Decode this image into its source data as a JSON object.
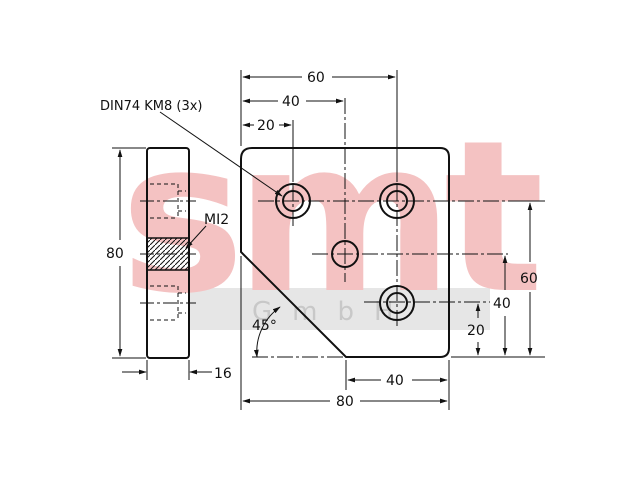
{
  "watermark": {
    "logo_text": "smt",
    "company_text": "GmbH",
    "color": "#f4c2c2",
    "bar_color": "#e6e6e6",
    "subtext_color": "#c8c8c8"
  },
  "colors": {
    "line": "#111111",
    "hole_fill": "#ffffff",
    "background": "#ffffff"
  },
  "side_view": {
    "height_dim": "80",
    "thickness_dim": "16",
    "thread_label": "MI2"
  },
  "front_view": {
    "hole_callout": "DIN74 KM8 (3x)",
    "top_dims": [
      "60",
      "40",
      "20"
    ],
    "right_dims": [
      "60",
      "40",
      "20"
    ],
    "bottom_dims": [
      "40",
      "80"
    ],
    "chamfer_angle": "45°"
  }
}
